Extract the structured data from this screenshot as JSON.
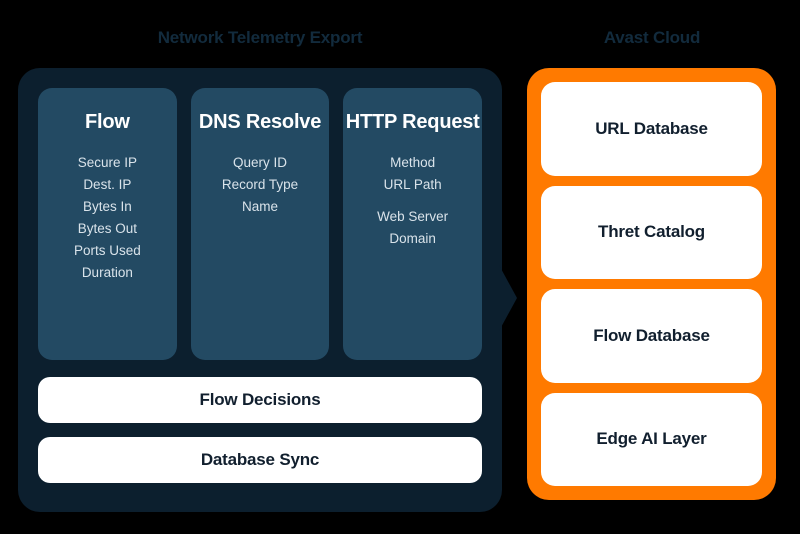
{
  "left_section": {
    "title": "Network Telemetry Export",
    "columns": [
      {
        "title": "Flow",
        "items": [
          "Secure IP",
          "Dest. IP",
          "Bytes In",
          "Bytes Out",
          "Ports Used",
          "Duration"
        ]
      },
      {
        "title": "DNS Resolve",
        "items": [
          "Query ID",
          "Record Type",
          "Name"
        ]
      },
      {
        "title": "HTTP Request",
        "items": [
          "Method",
          "URL Path",
          "Web Server\nDomain"
        ]
      }
    ],
    "bars": [
      "Flow Decisions",
      "Database Sync"
    ]
  },
  "right_section": {
    "title": "Avast Cloud",
    "cards": [
      "URL Database",
      "Thret Catalog",
      "Flow Database",
      "Edge AI Layer"
    ]
  },
  "colors": {
    "background": "#000000",
    "panel_navy": "#0c1f2e",
    "card_slate": "#234a63",
    "panel_orange": "#ff7a00",
    "card_white": "#ffffff",
    "title_text": "#122b3d"
  }
}
